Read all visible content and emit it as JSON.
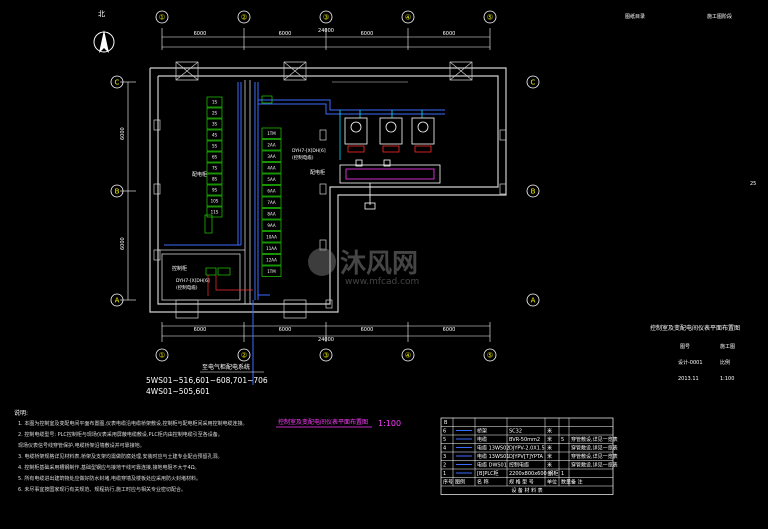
{
  "drawing": {
    "north_label": "北",
    "axis_top": [
      "①",
      "②",
      "③",
      "④",
      "⑤"
    ],
    "axis_bottom": [
      "①",
      "②",
      "③",
      "④",
      "⑤"
    ],
    "axis_left": [
      "C",
      "B",
      "A"
    ],
    "axis_right": [
      "C",
      "B",
      "A"
    ],
    "dim_top": [
      "6000",
      "6000",
      "6000",
      "6000"
    ],
    "dim_top_total": "24000",
    "dim_bottom": [
      "6000",
      "6000",
      "6000",
      "6000"
    ],
    "dim_bottom_total": "24000",
    "dim_left": [
      "6000",
      "6000"
    ],
    "plc_label": "控制柜",
    "cabinet_label": "配电柜",
    "cable_note_1": "DYH7-[X]DH[6]",
    "cable_note_2": "(控制电缆)",
    "power_label": "至电气柜配电系统",
    "circuit_line_1": "5WS01~516,601~608,701~706",
    "circuit_line_2": "4WS01~505,601",
    "plan_title": "控制室及变配电间仪表平面布置图",
    "plan_scale": "1:100",
    "watermark_cn": "沐风网",
    "watermark_en": "www.mfcad.com"
  },
  "cabinet_left": [
    "1S",
    "2S",
    "3S",
    "4S",
    "5S",
    "6S",
    "7S",
    "8S",
    "9S",
    "10S",
    "11S"
  ],
  "cabinet_right": [
    "1TM",
    "2AA",
    "3AA",
    "4AA",
    "5AA",
    "6AA",
    "7AA",
    "8AA",
    "9AA",
    "10AA",
    "11AA",
    "12AA",
    "1TM"
  ],
  "notes": {
    "heading": "说明:",
    "lines": [
      "1. 本图为控制室及变配电间平面布置图,仪表电缆沿电缆桥架敷设,控制柜与配电柜间采用控制电缆连接。",
      "2. 控制电缆型号: PLC控制柜与现场仪表采用屏蔽电缆敷设,PLC柜内由控制电缆引至各设备。",
      "   现场仪表信号线穿管保护,电缆桥架沿墙敷设并可靠接地。",
      "3. 电缆桥架规格详见材料表,桥架及支架均需做防腐处理,安装时应与土建专业配合预留孔洞。",
      "4. 控制柜基础采用槽钢制作,基础型钢应与接地干线可靠连接,接地电阻不大于4Ω。",
      "5. 所有电缆进出建筑物处应做好防水封堵,电缆穿墙及楼板处应采用防火封堵材料。",
      "6. 未尽事宜按国家现行有关规范、规程执行,施工时应与相关专业密切配合。"
    ]
  },
  "title_block": {
    "rows": [
      {
        "no": "6",
        "symbol": "",
        "name": "桥架",
        "spec": "SC32",
        "unit": "米",
        "qty": "",
        "note": ""
      },
      {
        "no": "5",
        "symbol": "",
        "name": "电缆",
        "spec": "BVR-50mm2",
        "unit": "米",
        "qty": "5",
        "note": "穿管敷设,详见一览表"
      },
      {
        "no": "4",
        "symbol": "",
        "name": "电缆 13WS02",
        "spec": "DJYPV-2.0X1.5",
        "unit": "米",
        "qty": "",
        "note": "穿管敷设,详见一览表"
      },
      {
        "no": "3",
        "symbol": "",
        "name": "电缆 13WS01",
        "spec": "DJYPV[T]YPTA",
        "unit": "米",
        "qty": "",
        "note": "穿管敷设,详见一览表"
      },
      {
        "no": "2",
        "symbol": "",
        "name": "电缆 DWS01",
        "spec": "控制电缆",
        "unit": "米",
        "qty": "",
        "note": "穿管敷设,详见一览表"
      },
      {
        "no": "1",
        "symbol": "",
        "name": "[B]PLC柜",
        "spec": "2200x800x600 钢柜",
        "unit": "台",
        "qty": "1",
        "note": ""
      }
    ],
    "header": {
      "no": "序号",
      "symbol": "图例",
      "name": "名 称",
      "spec": "规 格 型 号",
      "unit": "单位",
      "qty": "数量",
      "note": "备 注"
    },
    "footer": "设 备 材 料 表",
    "col_b": "B"
  },
  "sheet_info": {
    "top_left": "图纸目录",
    "top_right": "施工图阶段",
    "side_mark": "25",
    "drawing_name": "控制室及变配电间仪表平面布置图",
    "row1_left": "图号",
    "row1_right": "施工图",
    "row2_left": "设计-0001",
    "row2_right": "比例",
    "row3_left": "2013.11",
    "row3_right": "1:100"
  },
  "colors": {
    "wall": "#cfcfcf",
    "axis": "#f5f500",
    "dim": "#ffffff",
    "cable_blue": "#3b6bff",
    "cabinet_green": "#22d000",
    "red": "#ff2a2a",
    "magenta": "#ff3cff",
    "cyan": "#00e5ff"
  }
}
